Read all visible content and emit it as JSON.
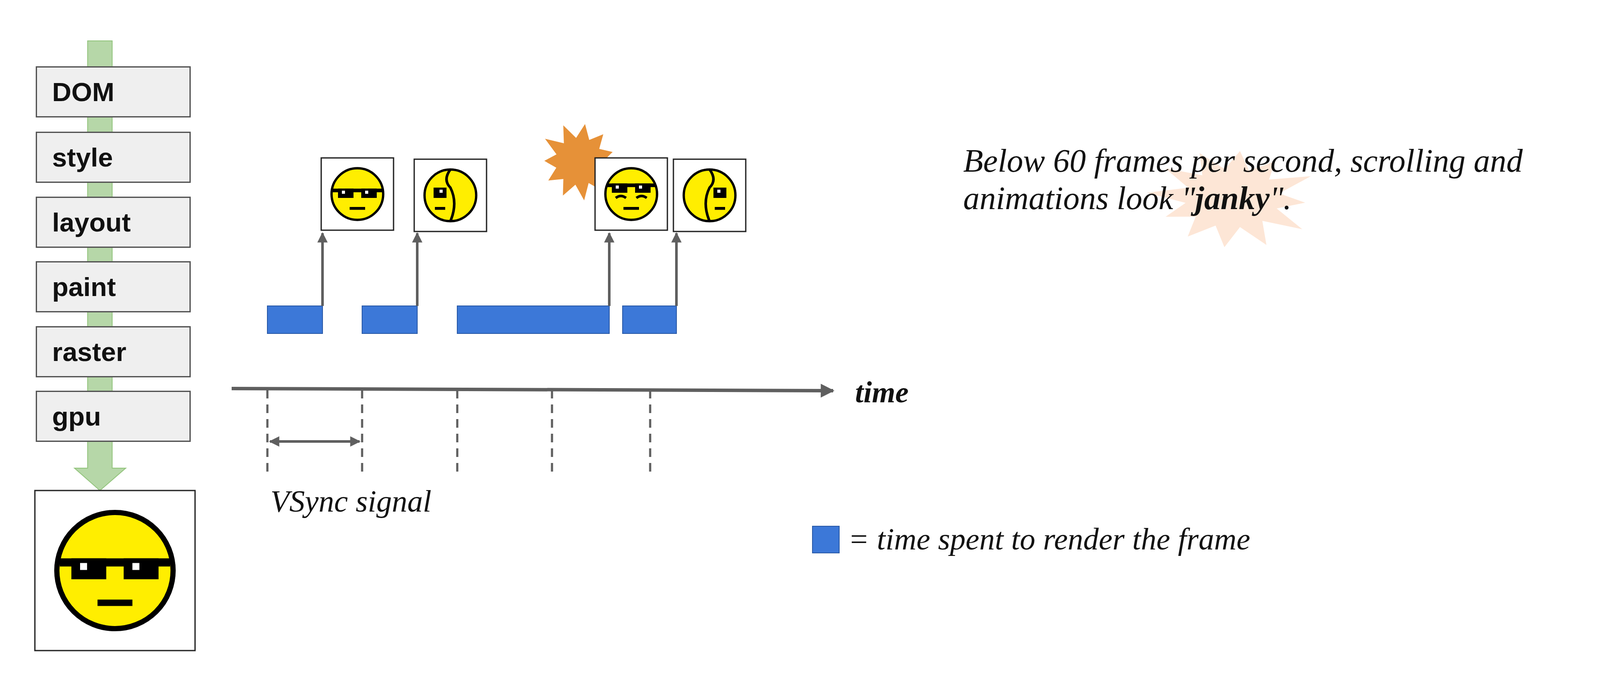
{
  "diagram": {
    "nodes": [
      {
        "text": [
          "DOM"
        ]
      },
      {
        "text": [
          "style"
        ]
      },
      {
        "text": [
          "layout"
        ]
      },
      {
        "text": [
          "paint"
        ]
      },
      {
        "text": [
          "raster"
        ]
      },
      {
        "text": [
          "gpu"
        ]
      }
    ],
    "edges": [
      {
        "from": 0,
        "to": 1,
        "arrow": "none"
      },
      {
        "from": 1,
        "to": 2,
        "arrow": "none"
      },
      {
        "from": 2,
        "to": 3,
        "arrow": "none"
      },
      {
        "from": 3,
        "to": 4,
        "arrow": "none"
      },
      {
        "from": 4,
        "to": 5,
        "arrow": "none"
      }
    ],
    "labels": [
      "time",
      "VSync signal",
      "Below 60 frames per second, scrolling and animations look \"",
      "janky",
      "\"."
    ],
    "legend": [
      {
        "text": "= time spent to render the frame",
        "color": "#3c78d8"
      }
    ]
  }
}
